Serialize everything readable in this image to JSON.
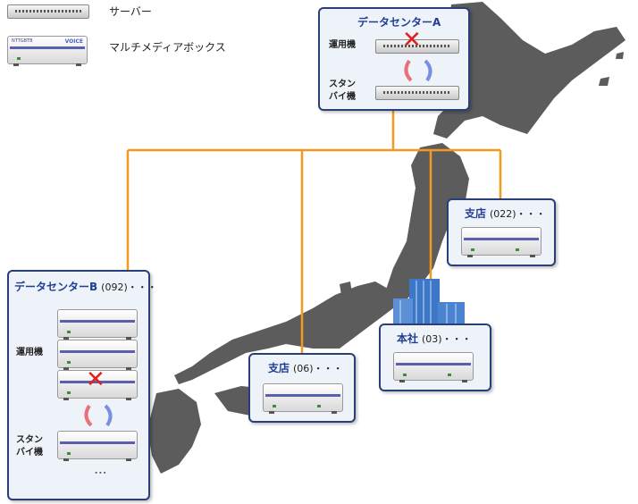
{
  "legend": {
    "server_label": "サーバー",
    "media_box_label": "マルチメディアボックス"
  },
  "datacenter_a": {
    "title": "データセンターA",
    "active_label": "運用機",
    "standby_label_1": "スタン",
    "standby_label_2": "バイ機"
  },
  "datacenter_b": {
    "title": "データセンターB",
    "number": "(092)・・・",
    "active_label": "運用機",
    "standby_label_1": "スタン",
    "standby_label_2": "バイ機"
  },
  "branch_022": {
    "title": "支店",
    "number": "(022)・・・"
  },
  "branch_06": {
    "title": "支店",
    "number": "(06)・・・"
  },
  "headquarters": {
    "title": "本社",
    "number": "(03)・・・"
  },
  "device": {
    "brand": "NTTGBTB",
    "logo": "VOICE"
  },
  "colors": {
    "network_line": "#f39a1e",
    "map_land": "#5a5a5a",
    "box_border": "#2a3f7a",
    "failed_mark": "#e02020"
  }
}
